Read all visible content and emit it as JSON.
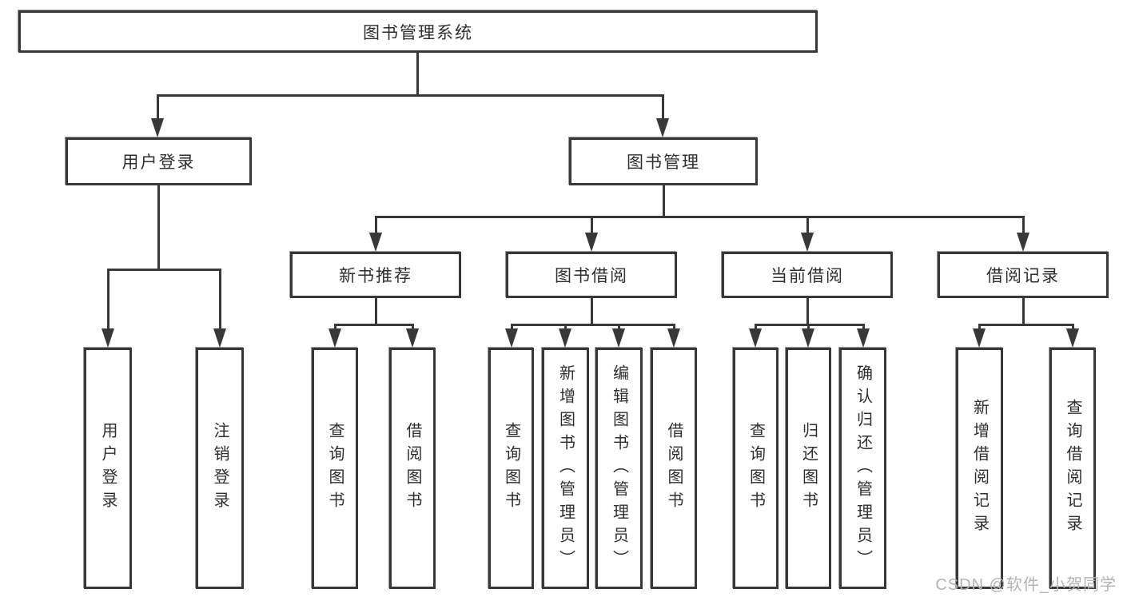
{
  "diagram": {
    "root": {
      "label": "图书管理系统"
    },
    "level2": {
      "user_login": {
        "label": "用户登录"
      },
      "book_management": {
        "label": "图书管理"
      }
    },
    "level3": {
      "new_book_recommend": {
        "label": "新书推荐"
      },
      "book_borrowing": {
        "label": "图书借阅"
      },
      "current_borrowing": {
        "label": "当前借阅"
      },
      "borrowing_records": {
        "label": "借阅记录"
      }
    },
    "leaves": {
      "user_login": [
        "用户登录",
        "注销登录"
      ],
      "new_book_recommend": [
        "查询图书",
        "借阅图书"
      ],
      "book_borrowing": [
        "查询图书",
        "新增图书（管理员）",
        "编辑图书（管理员）",
        "借阅图书"
      ],
      "current_borrowing": [
        "查询图书",
        "归还图书",
        "确认归还（管理员）"
      ],
      "borrowing_records": [
        "新增借阅记录",
        "查询借阅记录"
      ]
    }
  },
  "colors": {
    "line": "#383838",
    "text": "#2e2e2e",
    "watermark": "#b3b3b3",
    "background": "#ffffff"
  },
  "watermark": {
    "text": "CSDN @软件_小贺同学"
  }
}
